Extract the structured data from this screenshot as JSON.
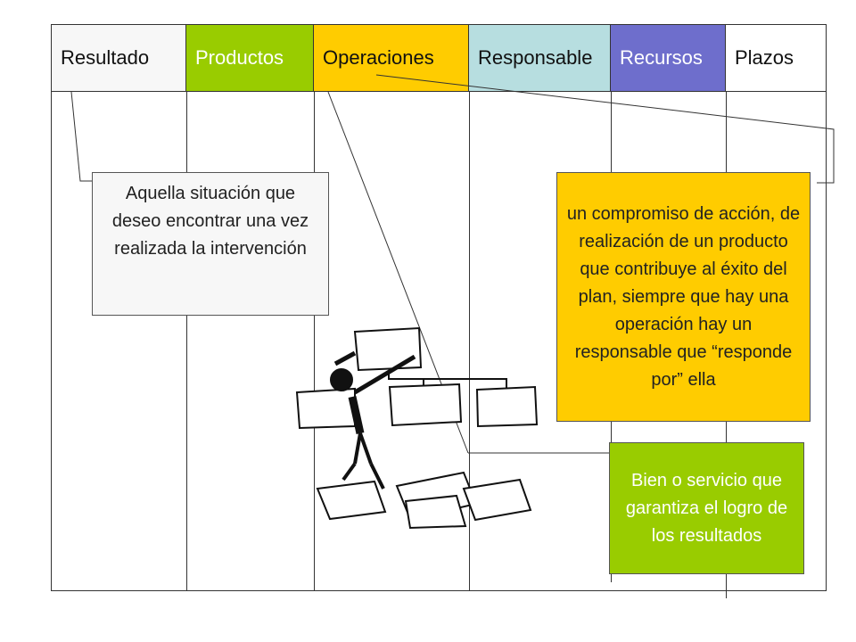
{
  "columns": [
    {
      "label": "Resultado",
      "color": "#f7f7f7"
    },
    {
      "label": "Productos",
      "color": "#99cc00",
      "text_color": "#ffffff"
    },
    {
      "label": "Operaciones",
      "color": "#ffcc00"
    },
    {
      "label": "Responsable",
      "color": "#b7dee0"
    },
    {
      "label": "Recursos",
      "color": "#6e6ecc",
      "text_color": "#ffffff"
    },
    {
      "label": "Plazos",
      "color": "#ffffff"
    }
  ],
  "callouts": {
    "resultado": "Aquella situación que deseo encontrar una vez realizada la intervención",
    "operacion": "un compromiso de acción, de realización de un producto que contribuye al éxito del plan, siempre que hay una operación hay un responsable que “responde por” ella",
    "producto": "Bien o servicio que garantiza el logro de los resultados"
  },
  "illustration": "stick-figure-organizing-chart"
}
